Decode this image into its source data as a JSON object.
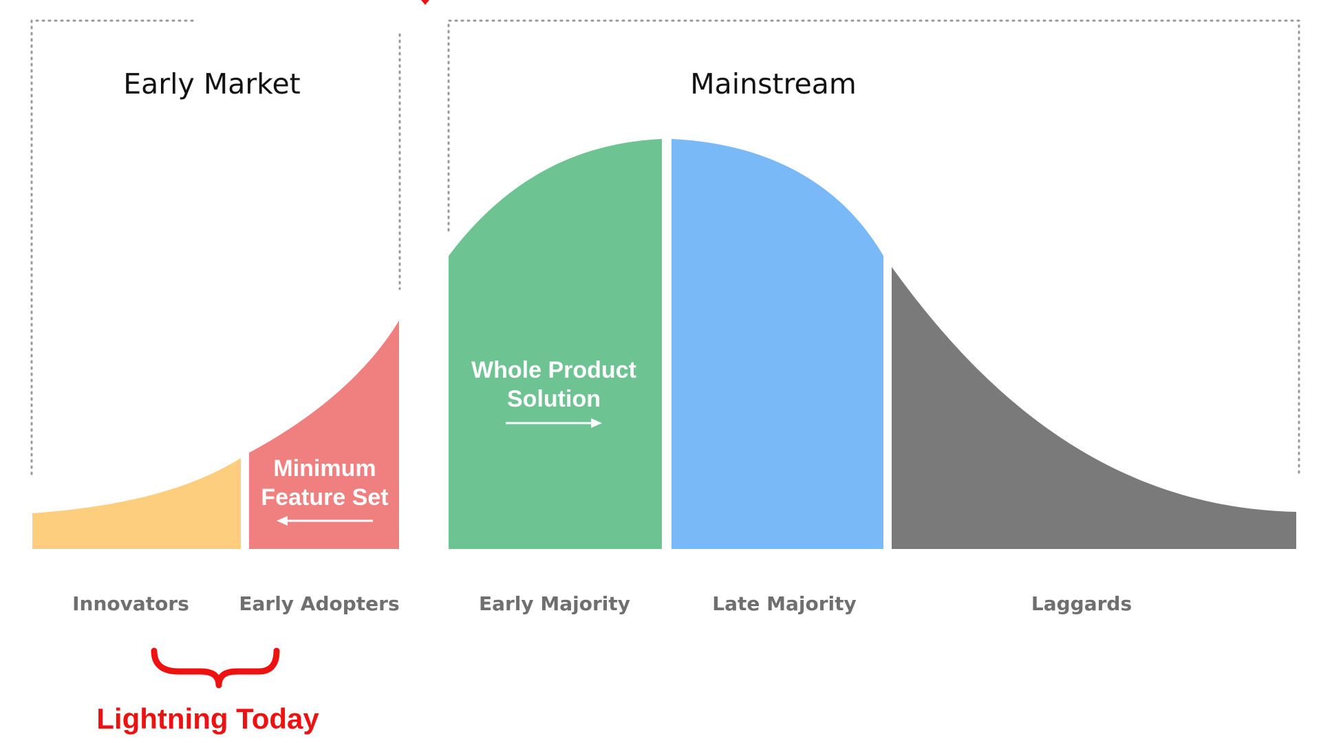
{
  "regions": {
    "early_market": "Early Market",
    "mainstream": "Mainstream"
  },
  "segments": [
    {
      "name": "Innovators",
      "color": "#fcce7e"
    },
    {
      "name": "Early Adopters",
      "color": "#f08080"
    },
    {
      "name": "Early Majority",
      "color": "#6dc492"
    },
    {
      "name": "Late Majority",
      "color": "#7ab9f7"
    },
    {
      "name": "Laggards",
      "color": "#7a7a7a"
    }
  ],
  "notes": {
    "minimum_feature_set": "Minimum\nFeature Set",
    "whole_product_solution": "Whole Product\nSolution"
  },
  "callout": {
    "text": "Lightning Today",
    "color": "#ee1111"
  },
  "dotted_border_color": "#999999"
}
